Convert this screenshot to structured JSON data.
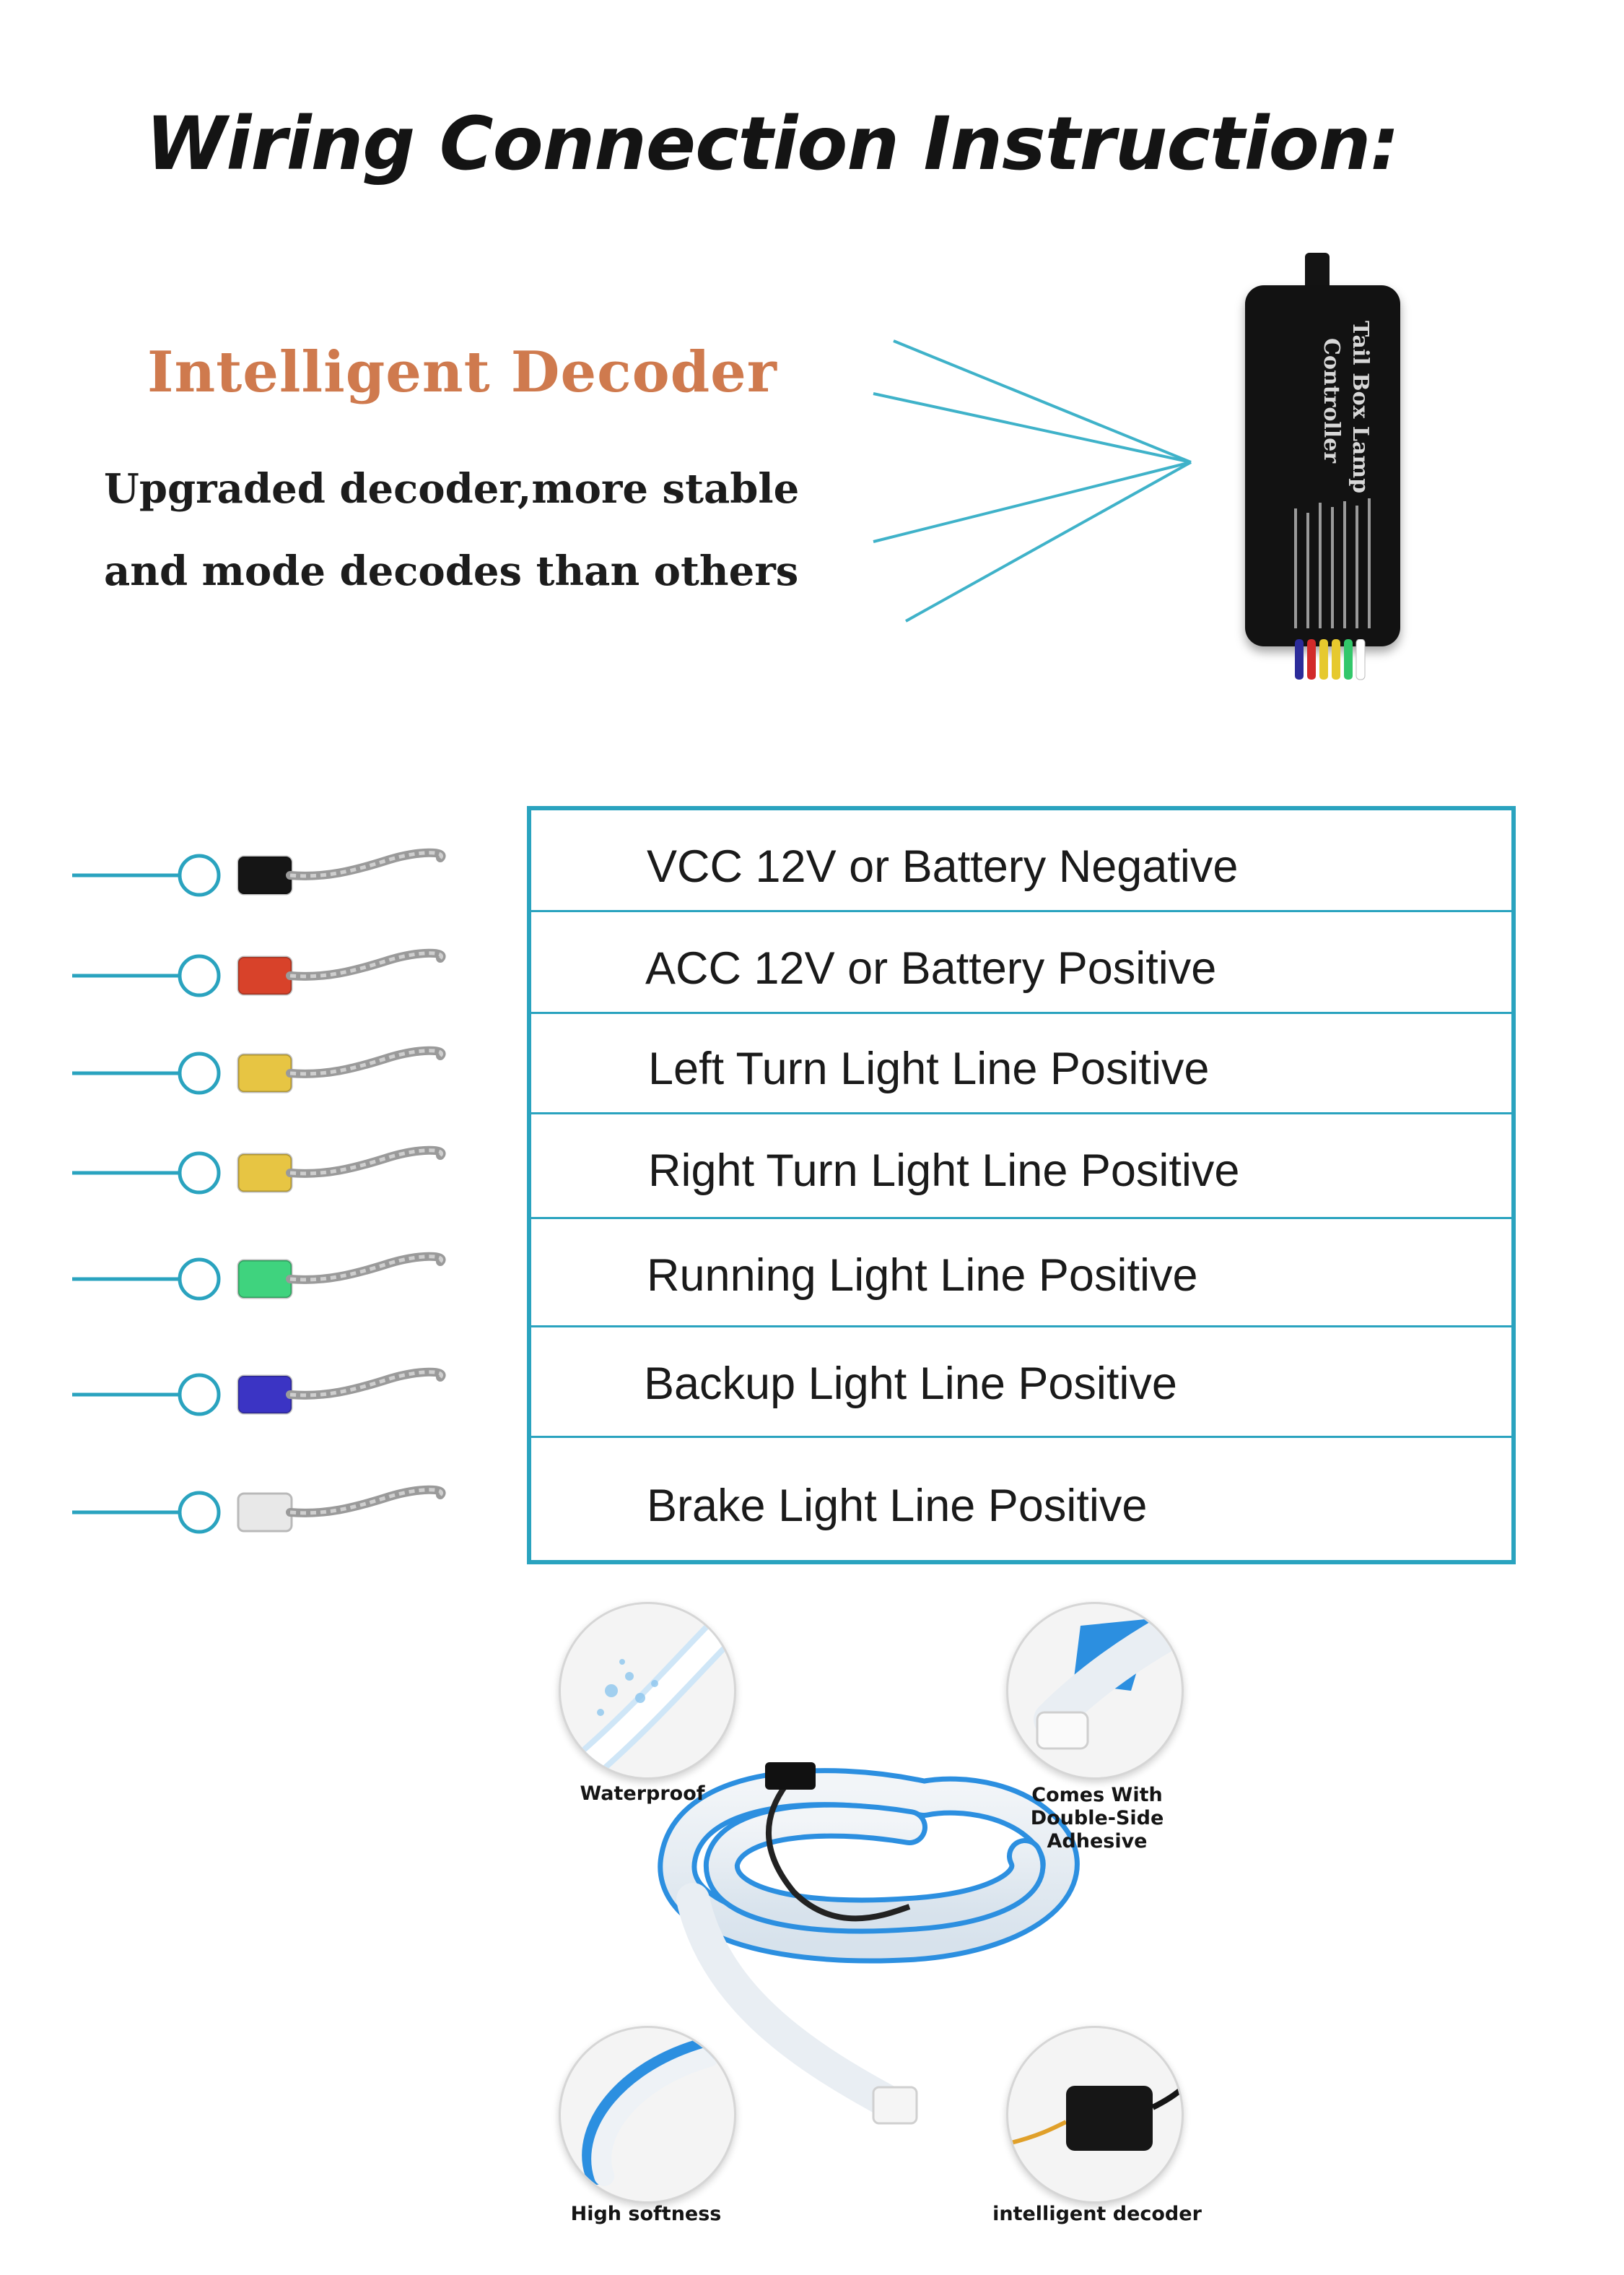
{
  "title": "Wiring Connection Instruction:",
  "decoder": {
    "heading": "Intelligent Decoder",
    "subtitle_line1": "Upgraded decoder,more stable",
    "subtitle_line2": "and mode decodes than others"
  },
  "controller": {
    "label_line1": "Tail Box Lamp",
    "label_line2": "Controller",
    "wire_colors": [
      "#2c2c9a",
      "#d22a2a",
      "#e6c92e",
      "#e6c92e",
      "#32c76a",
      "#ffffff"
    ]
  },
  "wires": [
    {
      "label": "VCC 12V or Battery Negative",
      "color": "#151515"
    },
    {
      "label": "ACC 12V or Battery Positive",
      "color": "#d8422a"
    },
    {
      "label": "Left Turn Light Line Positive",
      "color": "#e7c543"
    },
    {
      "label": "Right Turn Light Line Positive",
      "color": "#e7c543"
    },
    {
      "label": "Running Light Line Positive",
      "color": "#3fd37e"
    },
    {
      "label": "Backup Light Line Positive",
      "color": "#3b34c4"
    },
    {
      "label": "Brake Light Line Positive",
      "color": "#e8e8e8"
    }
  ],
  "accent_color": "#2aa3bf",
  "features": {
    "waterproof": "Waterproof",
    "adhesive_line1": "Comes With",
    "adhesive_line2": "Double-Side",
    "adhesive_line3": "Adhesive",
    "softness": "High softness",
    "decoder": "intelligent decoder"
  }
}
